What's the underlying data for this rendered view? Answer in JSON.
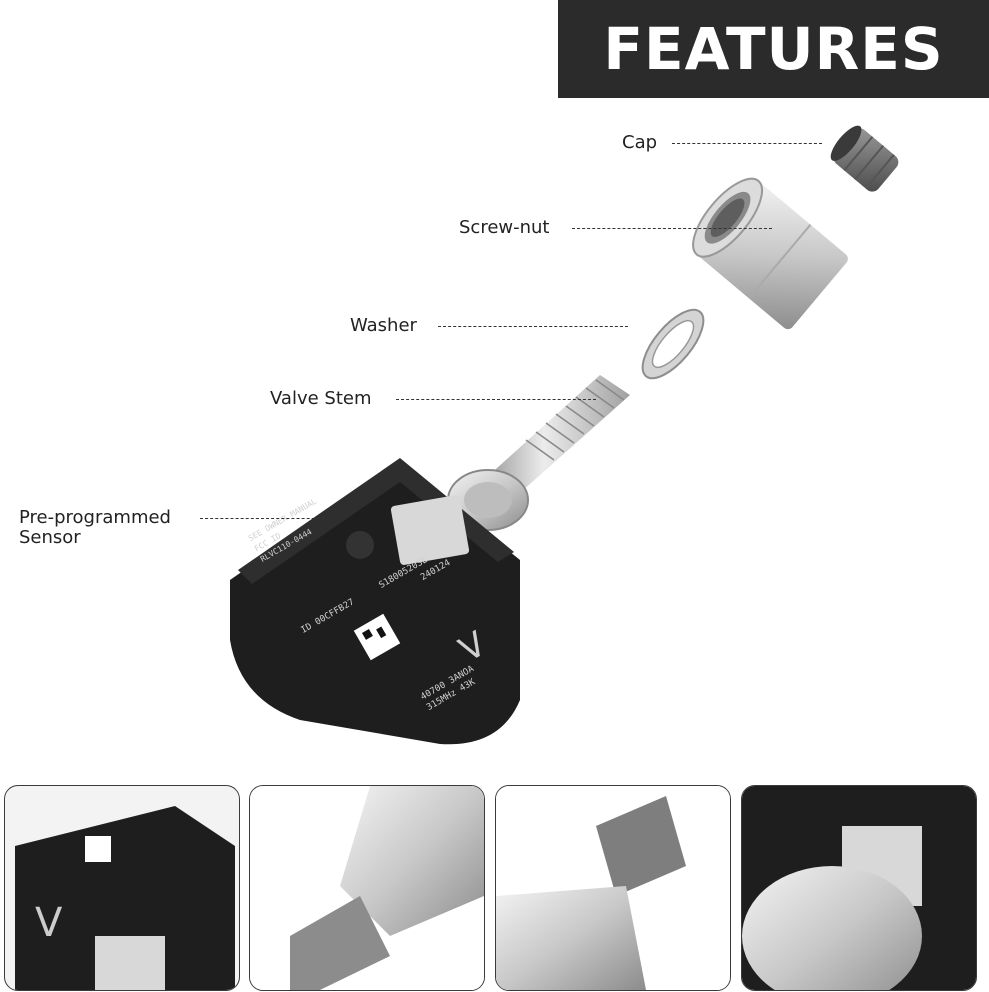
{
  "banner": {
    "title": "FEATURES"
  },
  "labels": {
    "cap": "Cap",
    "screw_nut": "Screw-nut",
    "washer": "Washer",
    "valve_stem": "Valve Stem",
    "sensor_line1": "Pre-programmed",
    "sensor_line2": "Sensor"
  },
  "sensor_print": {
    "text1": "SEE OWNER MANUAL",
    "text2": "FCC ID",
    "text3": "RLVC110-0444",
    "text4": "ID 00CFFB27",
    "text5": "S18005203E",
    "text6": "240124",
    "text7": "40700 3ANOA",
    "text8": "315MHz 43K",
    "logo": "V"
  },
  "colors": {
    "banner_bg": "#2b2b2b",
    "banner_text": "#ffffff",
    "sensor_body": "#1e1e1e",
    "metal": "#c9c9c9",
    "cap": "#6e6e6e"
  }
}
